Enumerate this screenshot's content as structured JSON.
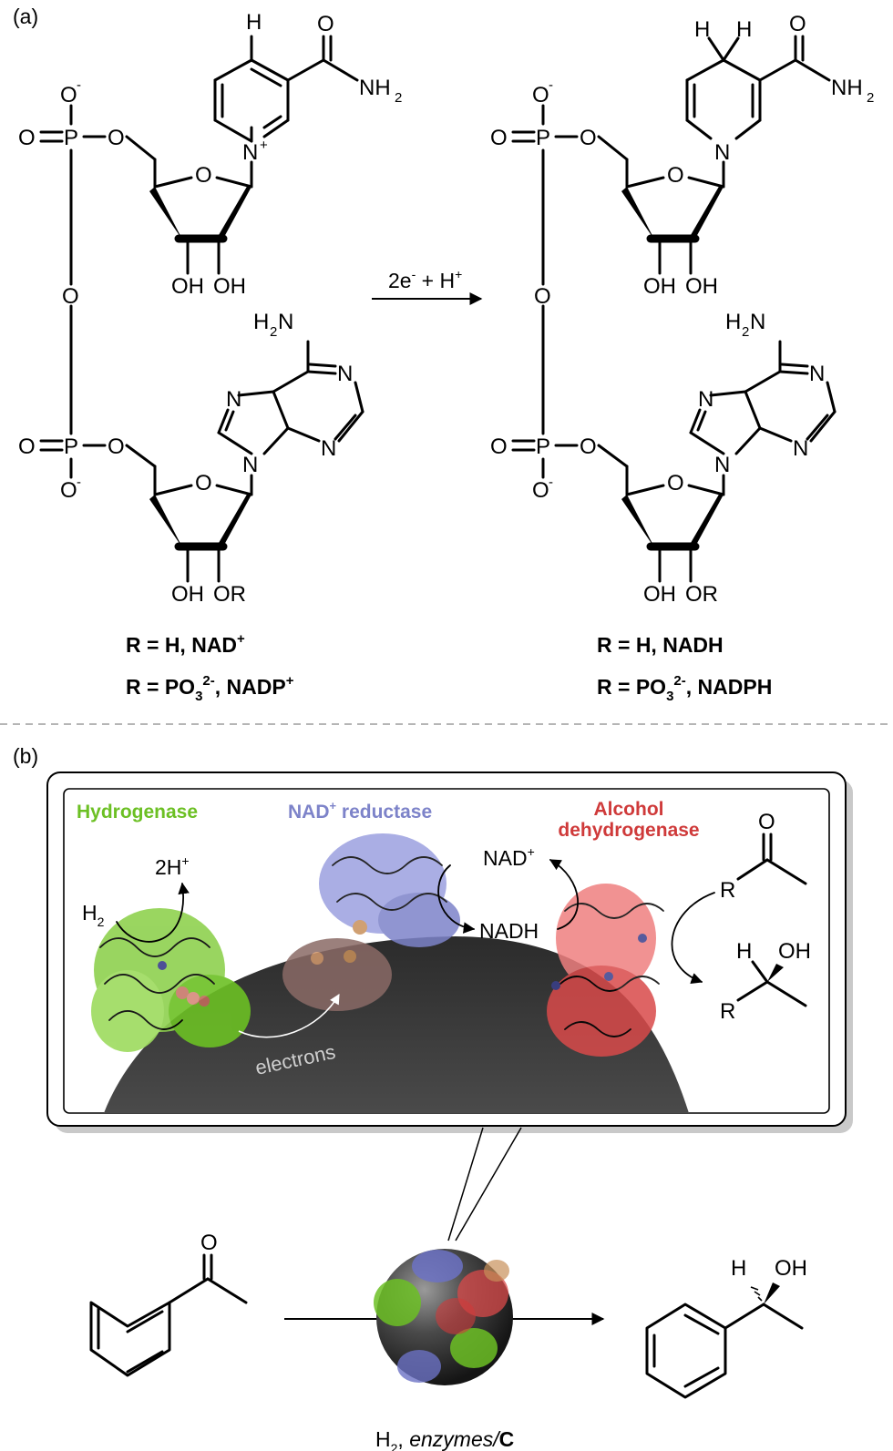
{
  "panel_a": {
    "label": "(a)",
    "arrow_text": "2e",
    "arrow_text_sup1": "-",
    "arrow_text_mid": " + H",
    "arrow_text_sup2": "+",
    "left_caption": {
      "line1_prefix": "R = H, NAD",
      "line1_sup": "+",
      "line2_prefix": "R = PO",
      "line2_sub": "3",
      "line2_sup": "2-",
      "line2_suffix": ", NADP",
      "line2_sup2": "+"
    },
    "right_caption": {
      "line1": "R = H, NADH",
      "line2_prefix": "R = PO",
      "line2_sub": "3",
      "line2_sup": "2-",
      "line2_suffix": ", NADPH"
    }
  },
  "panel_b": {
    "label": "(b)",
    "hydrogenase": "Hydrogenase",
    "nad_reductase": "NAD",
    "nad_reductase_sup": "+",
    "nad_reductase_suffix": " reductase",
    "alcohol_line1": "Alcohol",
    "alcohol_line2": "dehydrogenase",
    "two_h_plus": "2H",
    "two_h_plus_sup": "+",
    "h2": "H",
    "h2_sub": "2",
    "nad_plus": "NAD",
    "nad_plus_sup": "+",
    "nadh": "NADH",
    "electrons": "electrons",
    "bottom_caption_h2": "H",
    "bottom_caption_h2_sub": "2",
    "bottom_caption_sep": ", ",
    "bottom_caption_italic": "enzymes",
    "bottom_caption_slash": "/",
    "bottom_caption_bold": "C"
  },
  "atoms": {
    "O": "O",
    "OMinus": "O",
    "minus": "-",
    "P": "P",
    "N": "N",
    "NPlus": "N",
    "plus": "+",
    "H": "H",
    "NH": "NH",
    "NH_sub": "2",
    "H2N_H": "H",
    "H2N_sub": "2",
    "H2N_N": "N",
    "OH": "OH",
    "OR": "OR",
    "R": "R"
  },
  "colors": {
    "hydrogenase": "#6cc024",
    "nad_reductase": "#7d83c9",
    "alcohol_dehydrogenase": "#cf3a3a",
    "carbon_support": "#3a3a3a",
    "divider": "#b5b5b5"
  }
}
